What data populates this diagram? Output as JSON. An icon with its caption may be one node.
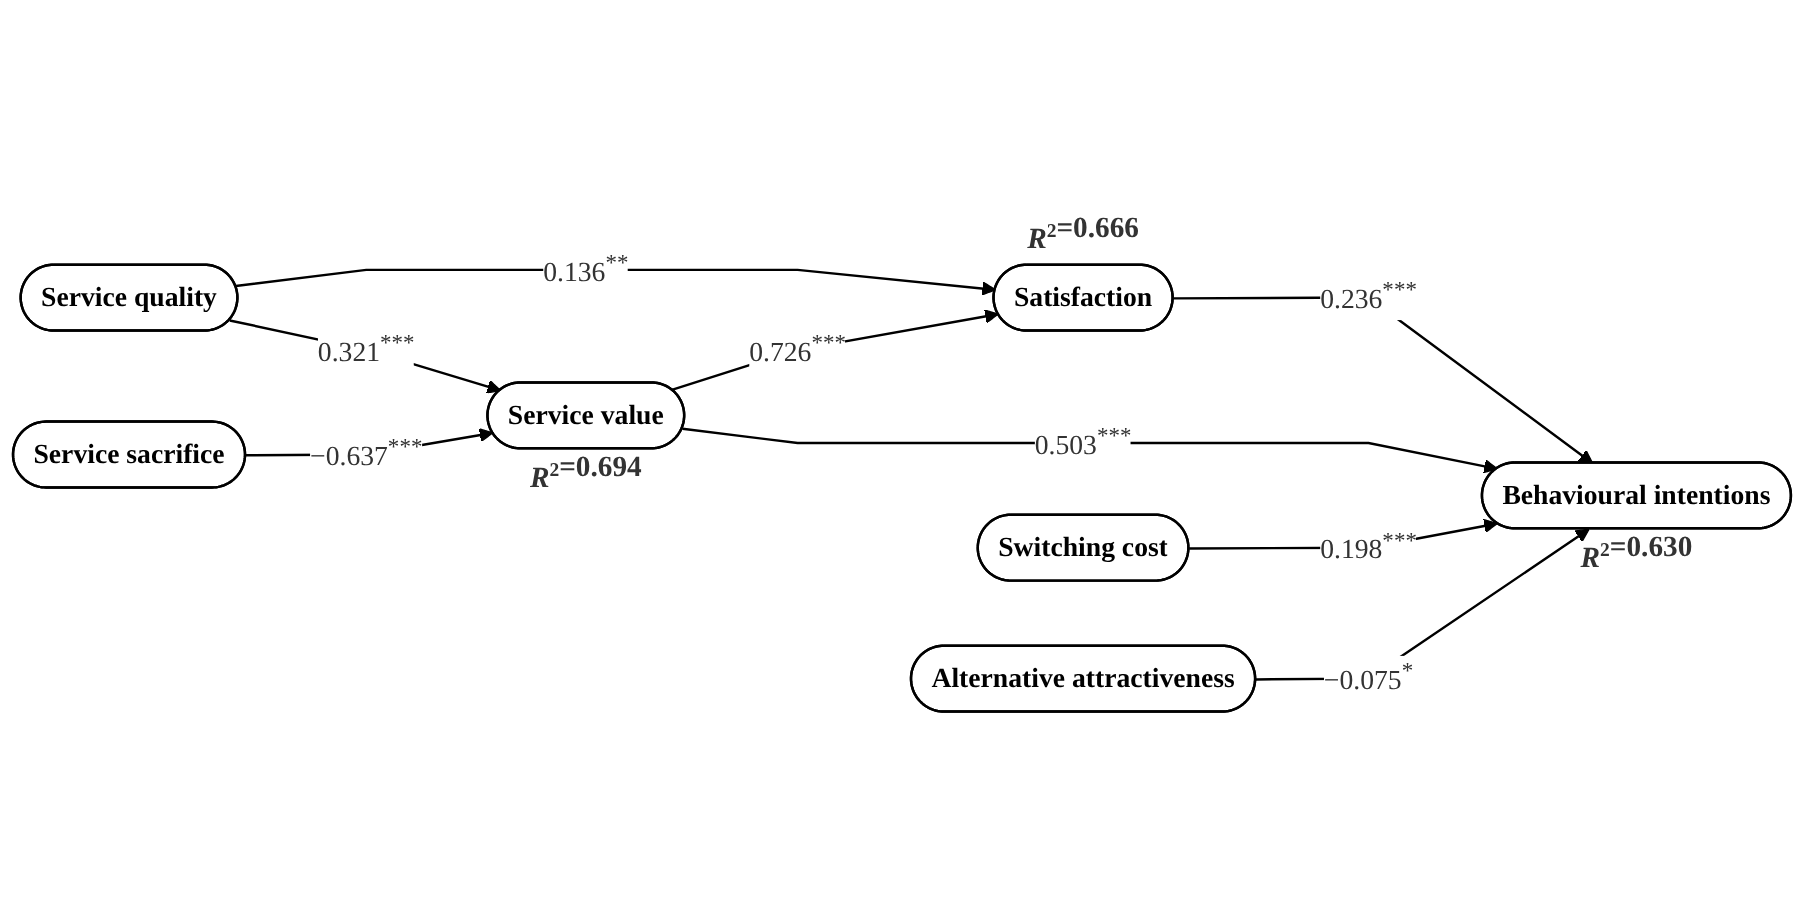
{
  "diagram": {
    "nodes": [
      {
        "text": [
          "Service quality"
        ]
      },
      {
        "text": [
          "Satisfaction"
        ],
        "beside": [
          "*R*$^{2}$=0.666"
        ]
      },
      {
        "text": [
          "Switching cost"
        ]
      },
      {
        "text": [
          "Alternative attractiveness"
        ]
      },
      {
        "text": [
          "Behavioural intentions"
        ],
        "beside": [
          "*R*$^{2}$=0.630"
        ]
      },
      {
        "text": [
          "Service sacrifice"
        ]
      },
      {
        "text": [
          "Service value"
        ],
        "beside": [
          "*R*$^{2}$=0.694"
        ]
      }
    ],
    "edges": [
      {
        "from": 0,
        "to": 1,
        "arrow": "to",
        "label": "0.136$^{**}$"
      },
      {
        "from": 0,
        "to": 6,
        "arrow": "to",
        "label": "0.321$^{***}$"
      },
      {
        "from": 6,
        "to": 1,
        "arrow": "to",
        "label": "0.726$^{***}$"
      },
      {
        "from": 5,
        "to": 6,
        "arrow": "to",
        "label": "−0.637$^{***}$"
      },
      {
        "from": 1,
        "to": 4,
        "arrow": "to",
        "label": "0.236$^{***}$"
      },
      {
        "from": 6,
        "to": 4,
        "arrow": "to",
        "label": "0.503$^{***}$"
      },
      {
        "from": 2,
        "to": 4,
        "arrow": "to",
        "label": "0.198$^{***}$"
      },
      {
        "from": 3,
        "to": 4,
        "arrow": "to",
        "label": "−0.075$^{*}$"
      }
    ]
  }
}
